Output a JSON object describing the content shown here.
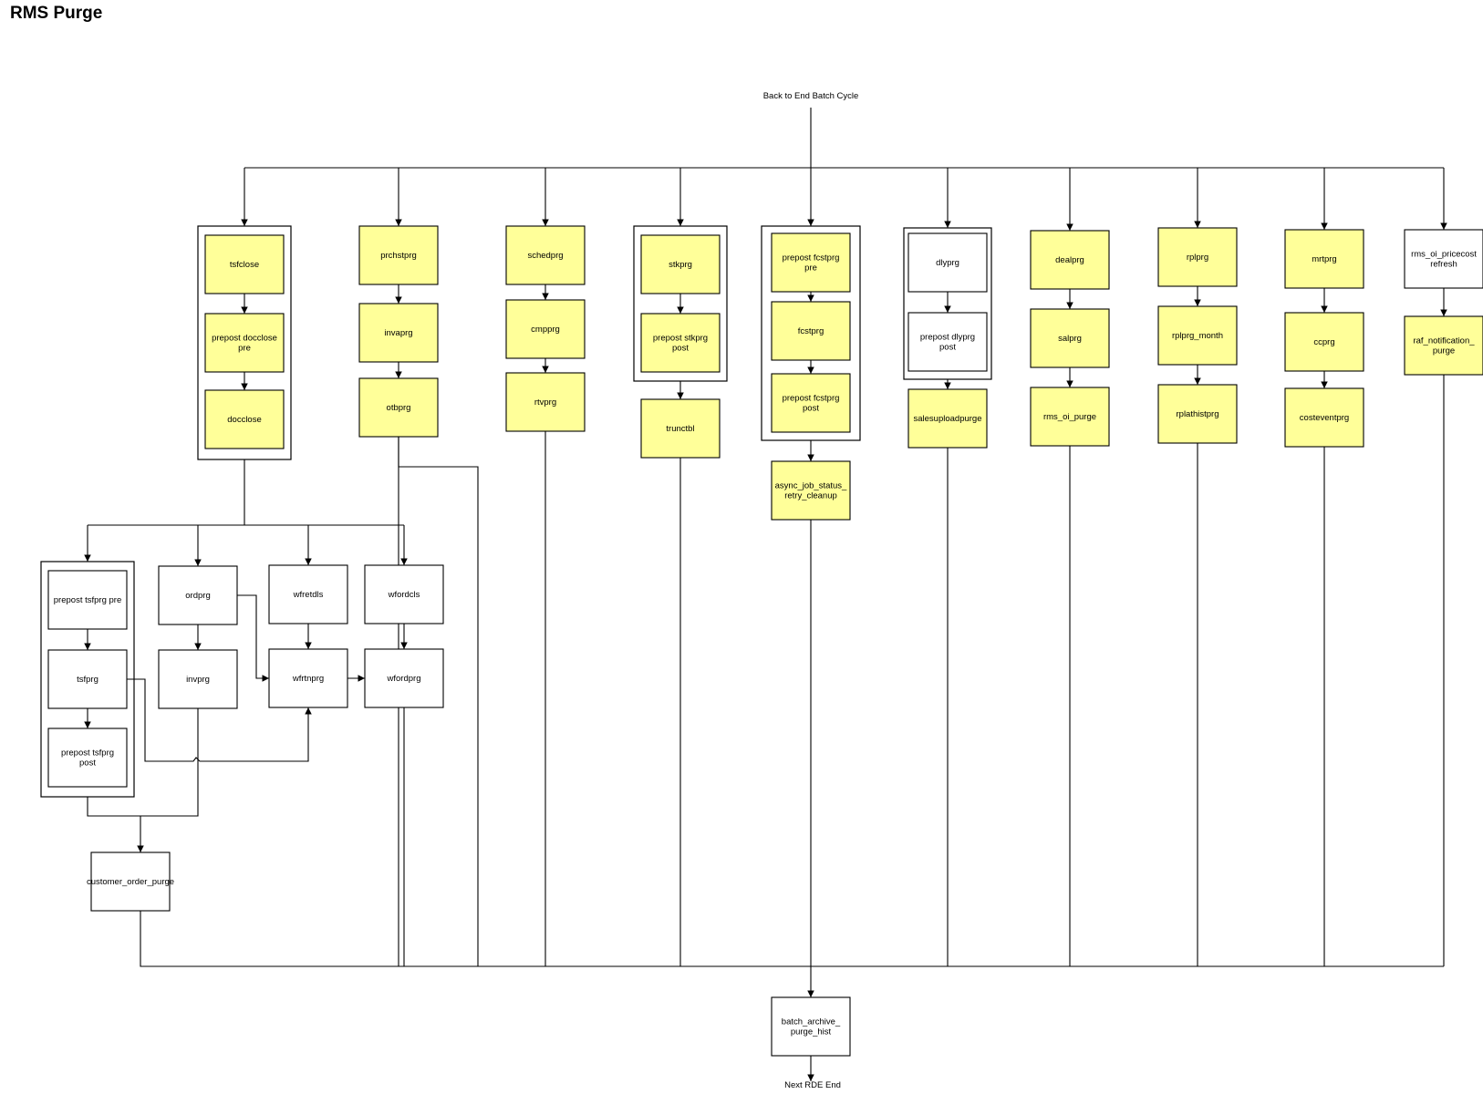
{
  "title": "RMS Purge",
  "colors": {
    "yellow": "#ffff99",
    "white": "#ffffff",
    "stroke": "#000000"
  },
  "start_label": "Back to End Batch Cycle",
  "end_label": "Next RDE End",
  "nodes": {
    "tsfclose": "tsfclose",
    "prepost_docclose_pre": "prepost docclose pre",
    "docclose": "docclose",
    "prchstprg": "prchstprg",
    "invaprg": "invaprg",
    "otbprg": "otbprg",
    "schedprg": "schedprg",
    "cmpprg": "cmpprg",
    "rtvprg": "rtvprg",
    "stkprg": "stkprg",
    "prepost_stkprg_post": "prepost stkprg post",
    "trunctbl": "trunctbl",
    "prepost_fcstprg_pre": "prepost fcstprg pre",
    "fcstprg": "fcstprg",
    "prepost_fcstprg_post": "prepost fcstprg post",
    "async_job_status": "async_job_status_ retry_cleanup",
    "dlyprg": "dlyprg",
    "prepost_dlyprg_post": "prepost dlyprg post",
    "salesuploadpurge": "salesuploadpurge",
    "dealprg": "dealprg",
    "salprg": "salprg",
    "rms_oi_purge": "rms_oi_purge",
    "rplprg": "rplprg",
    "rplprg_month": "rplprg_month",
    "rplathistprg": "rplathistprg",
    "mrtprg": "mrtprg",
    "ccprg": "ccprg",
    "costeventprg": "costeventprg",
    "rms_oi_pricecost_refresh": "rms_oi_pricecost refresh",
    "raf_notification_purge": "raf_notification_ purge",
    "prepost_tsfprg_pre": "prepost tsfprg pre",
    "tsfprg": "tsfprg",
    "prepost_tsfprg_post": "prepost tsfprg post",
    "ordprg": "ordprg",
    "invprg": "invprg",
    "wfretdls": "wfretdls",
    "wfrtnprg": "wfrtnprg",
    "wfordcls": "wfordcls",
    "wfordprg": "wfordprg",
    "customer_order_purge": "customer_order_purge",
    "batch_archive_purge_hist": "batch_archive_ purge_hist"
  }
}
